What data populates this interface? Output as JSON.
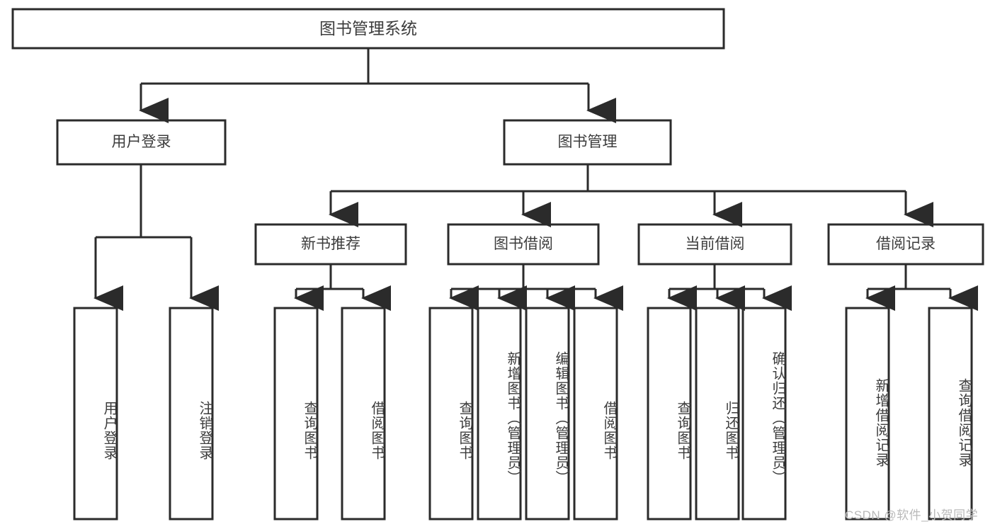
{
  "diagram": {
    "type": "tree-hierarchy-chart",
    "root": {
      "label": "图书管理系统"
    },
    "level2": [
      {
        "label": "用户登录"
      },
      {
        "label": "图书管理"
      }
    ],
    "level3": [
      {
        "label": "新书推荐"
      },
      {
        "label": "图书借阅"
      },
      {
        "label": "当前借阅"
      },
      {
        "label": "借阅记录"
      }
    ],
    "leaves": {
      "user_login": [
        {
          "label": "用户登录"
        },
        {
          "label": "注销登录"
        }
      ],
      "new_book_recommend": [
        {
          "label": "查询图书"
        },
        {
          "label": "借阅图书"
        }
      ],
      "book_borrow": [
        {
          "label": "查询图书"
        },
        {
          "label": "新增图书（管理员）"
        },
        {
          "label": "编辑图书（管理员）"
        },
        {
          "label": "借阅图书"
        }
      ],
      "current_borrow": [
        {
          "label": "查询图书"
        },
        {
          "label": "归还图书"
        },
        {
          "label": "确认归还（管理员）"
        }
      ],
      "borrow_record": [
        {
          "label": "新增借阅记录"
        },
        {
          "label": "查询借阅记录"
        }
      ]
    }
  },
  "watermark": {
    "text": "CSDN @软件_小贺同学"
  },
  "colors": {
    "stroke": "#2b2b2b",
    "box_fill": "#ffffff",
    "text": "#3c3c3c",
    "watermark": "#b9b9b9",
    "background": "#ffffff"
  }
}
